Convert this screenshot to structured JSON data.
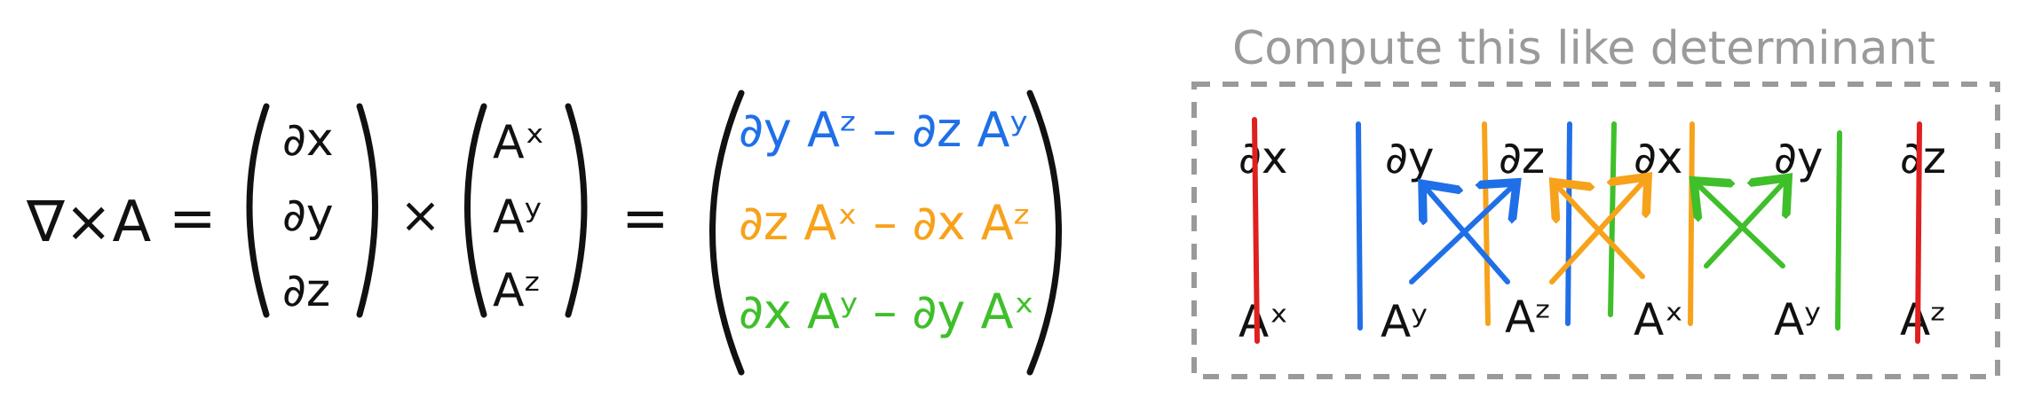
{
  "colors": {
    "ink": "#111111",
    "blue": "#1f6fe8",
    "orange": "#f7a21b",
    "green": "#3fbf2a",
    "red": "#e02020",
    "gray": "#9a9a9a"
  },
  "equation": {
    "lhs": "∇×A",
    "equals": "=",
    "cross": "×",
    "partials": [
      "∂x",
      "∂y",
      "∂z"
    ],
    "components": [
      "Aˣ",
      "Aʸ",
      "Aᶻ"
    ],
    "result_rows": [
      {
        "text": "∂y Aᶻ – ∂z Aʸ",
        "color": "blue"
      },
      {
        "text": "∂z Aˣ – ∂x Aᶻ",
        "color": "orange"
      },
      {
        "text": "∂x Aʸ – ∂y Aˣ",
        "color": "green"
      }
    ]
  },
  "determinant": {
    "caption": "Compute this like determinant",
    "top_row": [
      "∂x",
      "∂y",
      "∂z",
      "∂x",
      "∂y",
      "∂z"
    ],
    "bottom_row": [
      "Aˣ",
      "Aʸ",
      "Aᶻ",
      "Aˣ",
      "Aʸ",
      "Aᶻ"
    ]
  }
}
